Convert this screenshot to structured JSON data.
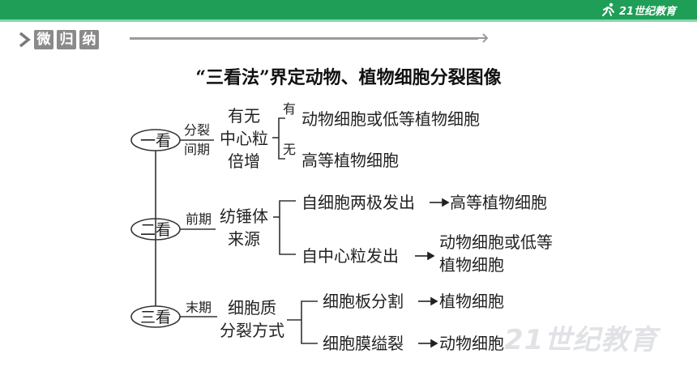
{
  "header": {
    "brand": "21世纪教育",
    "brand_num": "21",
    "brand_word": "世纪教育"
  },
  "section": {
    "chars": [
      "微",
      "归",
      "纳"
    ]
  },
  "title": "“三看法”界定动物、植物细胞分裂图像",
  "diagram": {
    "look1": {
      "label": "一看",
      "period_line1": "分裂",
      "period_line2": "间期",
      "criterion_line1": "有无",
      "criterion_line2": "中心粒",
      "criterion_line3": "倍增",
      "branch_yes_tag": "有",
      "branch_yes_result": "动物细胞或低等植物细胞",
      "branch_no_tag": "无",
      "branch_no_result": "高等植物细胞"
    },
    "look2": {
      "label": "二看",
      "period": "前期",
      "criterion_line1": "纺锤体",
      "criterion_line2": "来源",
      "branch1_condition": "自细胞两极发出",
      "branch1_result": "高等植物细胞",
      "branch2_condition": "自中心粒发出",
      "branch2_result_line1": "动物细胞或低等",
      "branch2_result_line2": "植物细胞"
    },
    "look3": {
      "label": "三看",
      "period": "末期",
      "criterion_line1": "细胞质",
      "criterion_line2": "分裂方式",
      "branch1_condition": "细胞板分割",
      "branch1_result": "植物细胞",
      "branch2_condition": "细胞膜缢裂",
      "branch2_result": "动物细胞"
    }
  },
  "watermark": "21世纪教育"
}
